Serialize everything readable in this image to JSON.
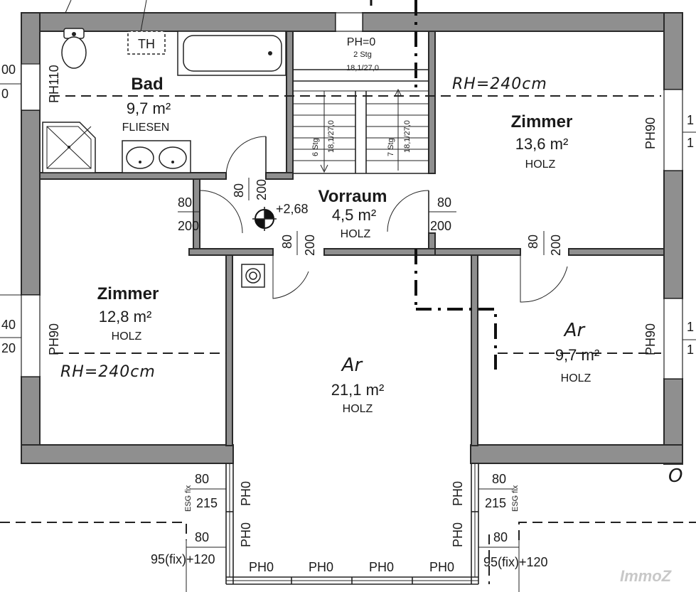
{
  "rooms": {
    "bad": {
      "name": "Bad",
      "area": "9,7 m²",
      "material": "FLIESEN"
    },
    "zimmer_ne": {
      "name": "Zimmer",
      "area": "13,6 m²",
      "material": "HOLZ"
    },
    "vorraum": {
      "name": "Vorraum",
      "area": "4,5 m²",
      "material": "HOLZ"
    },
    "zimmer_w": {
      "name": "Zimmer",
      "area": "12,8 m²",
      "material": "HOLZ"
    },
    "ar_center": {
      "name": "Ar",
      "area": "21,1 m²",
      "material": "HOLZ"
    },
    "ar_east": {
      "name": "Ar",
      "area": "9,7 m²",
      "material": "HOLZ"
    }
  },
  "annotations": {
    "rh_top": "RH=240cm",
    "rh_left": "RH=240cm",
    "th_label": "TH",
    "ph0_top": "PH=0",
    "stair_top_line1": "2 Stg",
    "stair_top_line2": "18,1/27,0",
    "stair_left_count": "6 Stg",
    "stair_left_dim": "18,1/27,0",
    "stair_right_count": "7 Stg",
    "stair_right_dim": "18,1/27,0",
    "level": "+2,68",
    "corner_mark": "O",
    "watermark": "ImmoZ"
  },
  "dimensions": {
    "ph110": "PH110",
    "ph90_east_top": "PH90",
    "ph90_west": "PH90",
    "ph90_east_bottom": "PH90",
    "bad_door_w": "80",
    "bad_door_h": "200",
    "vorraum_w_door_w": "80",
    "vorraum_w_door_h": "200",
    "vorraum_e_door_w": "80",
    "vorraum_e_door_h": "200",
    "ar_door_w": "80",
    "ar_door_h": "200",
    "ar_east_door_w": "80",
    "ar_east_door_h": "200",
    "left_edge_top_1": "00",
    "left_edge_top_2": "0",
    "left_edge_mid_1": "40",
    "left_edge_mid_2": "20",
    "right_edge_top_1": "1",
    "right_edge_top_2": "1",
    "right_edge_mid_1": "1",
    "right_edge_mid_2": "1",
    "esg_left_w": "80",
    "esg_left_h": "215",
    "esg_left_tag": "ESG fix",
    "esg_right_w": "80",
    "esg_right_h": "215",
    "esg_right_tag": "ESG fix",
    "fix_left_w": "80",
    "fix_left_h": "95(fix)+120",
    "fix_right_w": "80",
    "fix_right_h": "95(fix)+120",
    "ph0_left_1": "PH0",
    "ph0_left_2": "PH0",
    "ph0_right_1": "PH0",
    "ph0_right_2": "PH0",
    "ph0_bottom": [
      "PH0",
      "PH0",
      "PH0",
      "PH0"
    ]
  }
}
